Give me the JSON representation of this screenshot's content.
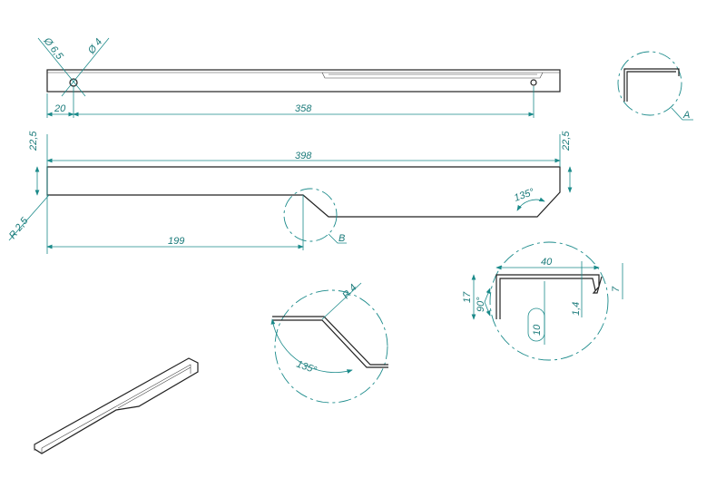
{
  "colors": {
    "dimension": "#1a8a8a",
    "outline": "#222222"
  },
  "top_view": {
    "hole_large": "Ø 6,5",
    "hole_small": "Ø 4",
    "dim_offset": "20",
    "dim_holes": "358"
  },
  "side_view": {
    "dim_length": "398",
    "dim_height_left": "22,5",
    "dim_height_right": "22,5",
    "radius": "R 2,5",
    "dim_half": "199",
    "angle": "135°",
    "detail_label": "B"
  },
  "detail_a": {
    "label": "A"
  },
  "detail_b": {
    "radius": "R 4",
    "angle": "135°"
  },
  "detail_section": {
    "width": "40",
    "height": "17",
    "angle": "90°",
    "thickness": "1,4",
    "lip": "7",
    "slot": "10"
  }
}
